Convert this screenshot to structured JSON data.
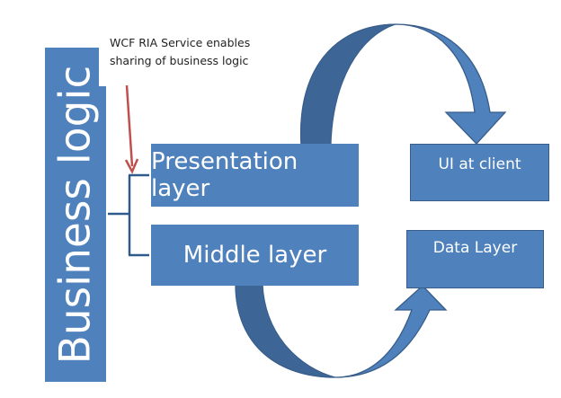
{
  "diagram": {
    "business_logic_label": "Business logic",
    "annotation": {
      "line1": "WCF RIA Service enables",
      "line2": "sharing of business logic"
    },
    "layers": {
      "presentation": "Presentation layer",
      "middle": "Middle layer"
    },
    "targets": {
      "ui_client": "UI at client",
      "data_layer": "Data Layer"
    },
    "colors": {
      "box_fill": "#4f81bd",
      "box_border": "#385d8a",
      "arrow_dark": "#3d6596",
      "annotation_arrow": "#c0504d",
      "bracket": "#2f5a8c"
    }
  }
}
